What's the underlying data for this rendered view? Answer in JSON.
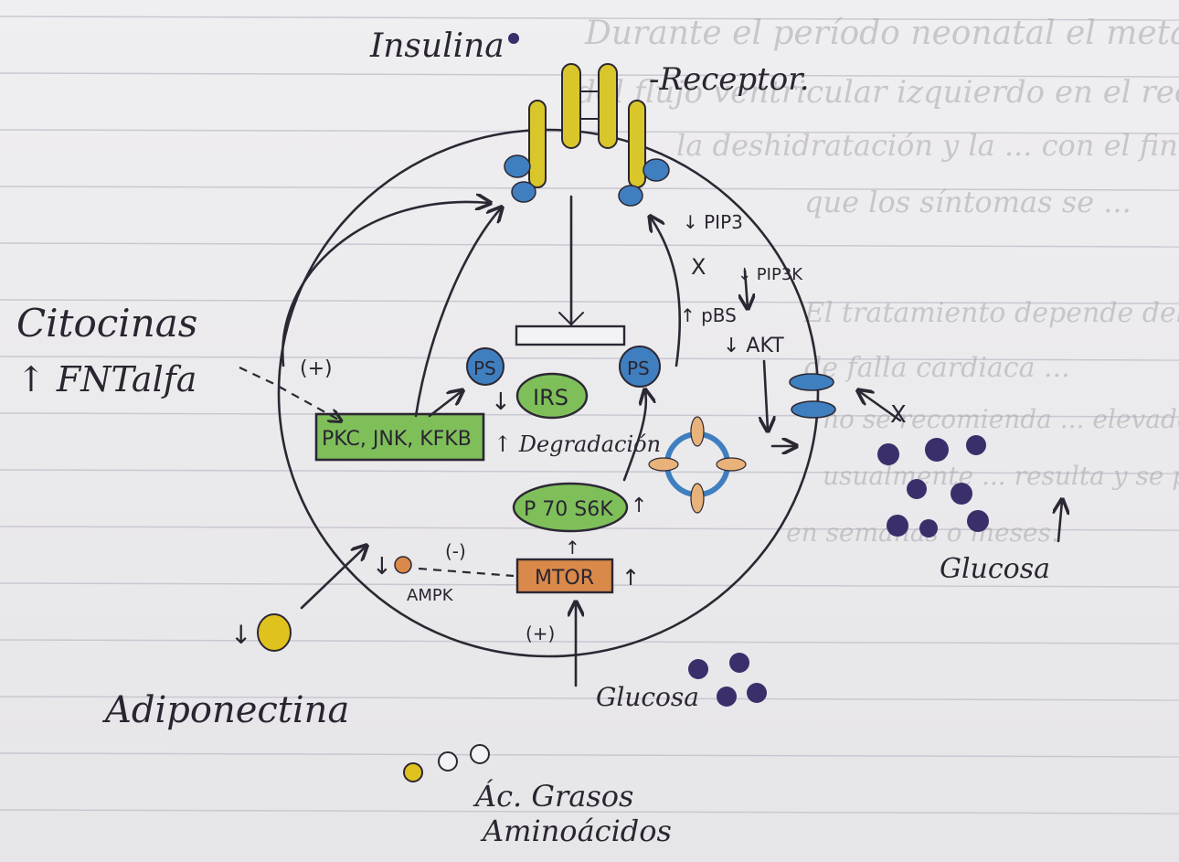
{
  "page": {
    "bleed_lines": [
      "Durante el período neonatal el metabolismo a de células",
      "del flujo ventricular izquierdo en el recién se cuenta",
      "la deshidratación y la ... con el fin de evitar",
      "que los síntomas se ...",
      "El tratamiento depende del cuadro clínico del paciente",
      "de falla cardiaca ...",
      "no se recomienda ... elevado",
      "usualmente ... resulta y se puede resolver",
      "en semanas o meses."
    ]
  },
  "diagram": {
    "top_labels": {
      "insulin": "Insulina",
      "receptor": "-Receptor."
    },
    "left_labels": {
      "cytokines_1": "Citocinas",
      "cytokines_2": "↑ FNTalfa",
      "plus_sign": "(+)"
    },
    "pathway": {
      "pkc_box": "PKC, JNK, KFKB",
      "irs": "IRS",
      "degradation": "↑ Degradación",
      "p70s6k": "P 70 S6K",
      "mtor": "MTOR",
      "ampk": "AMPK",
      "minus_sign": "(-)",
      "plus_sign_bottom": "(+)",
      "ps": "PS",
      "irs_arrow": "↓",
      "adipo_down": "↓",
      "up_arrow": "↑"
    },
    "right_labels": {
      "pip3": "↓ PIP3",
      "pip3k": "↓ PIP3K",
      "pbs": "↑ pBS",
      "akt": "↓ AKT",
      "x_mark": "X"
    },
    "glucose_right": "Glucosa",
    "glucose_bottom": "Glucosa",
    "adiponectin": {
      "arrow": "↓",
      "label": "Adiponectina"
    },
    "fatty_acids": {
      "line1": "Ác. Grasos",
      "line2": "Aminoácidos"
    },
    "colors": {
      "receptor_yellow": "#d9c62a",
      "ps_blue": "#3f7fbf",
      "green_box": "#7fbf5a",
      "orange_box": "#d9894a",
      "glucose_purple": "#3a2f6b",
      "adiponectin_yellow": "#e0c21e"
    }
  }
}
